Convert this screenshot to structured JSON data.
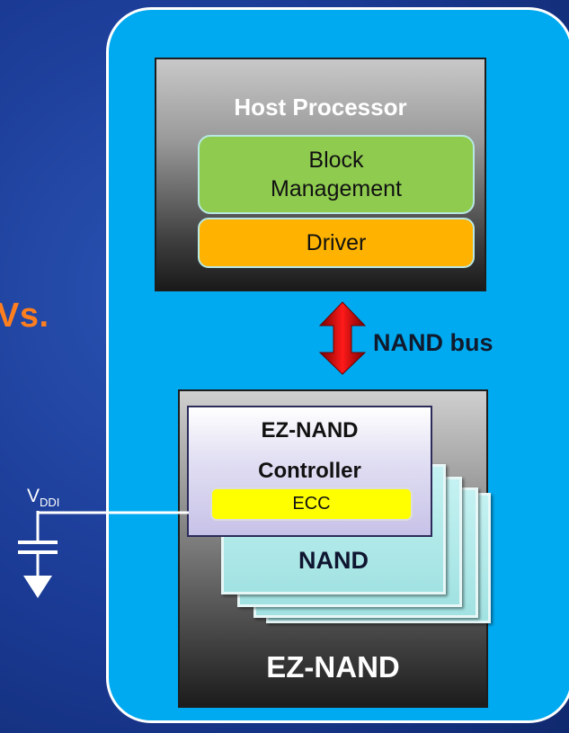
{
  "left_label": "Vs.",
  "host": {
    "title": "Host Processor",
    "block_management_line1": "Block",
    "block_management_line2": "Management",
    "driver": "Driver"
  },
  "bus": {
    "label": "NAND bus"
  },
  "ez_nand": {
    "controller_line1": "EZ-NAND",
    "controller_line2": "Controller",
    "ecc": "ECC",
    "nand_label": "NAND",
    "title": "EZ-NAND"
  },
  "supply": {
    "label_main": "V",
    "label_sub": "DDI"
  },
  "colors": {
    "background": "#1a3a94",
    "panel": "#00aaf0",
    "vs_text": "#ff7f1e",
    "block_management": "#8fcb4f",
    "driver": "#ffb300",
    "arrow": "#d40000",
    "nand": "#c5f2f2",
    "ecc": "#ffff00"
  }
}
